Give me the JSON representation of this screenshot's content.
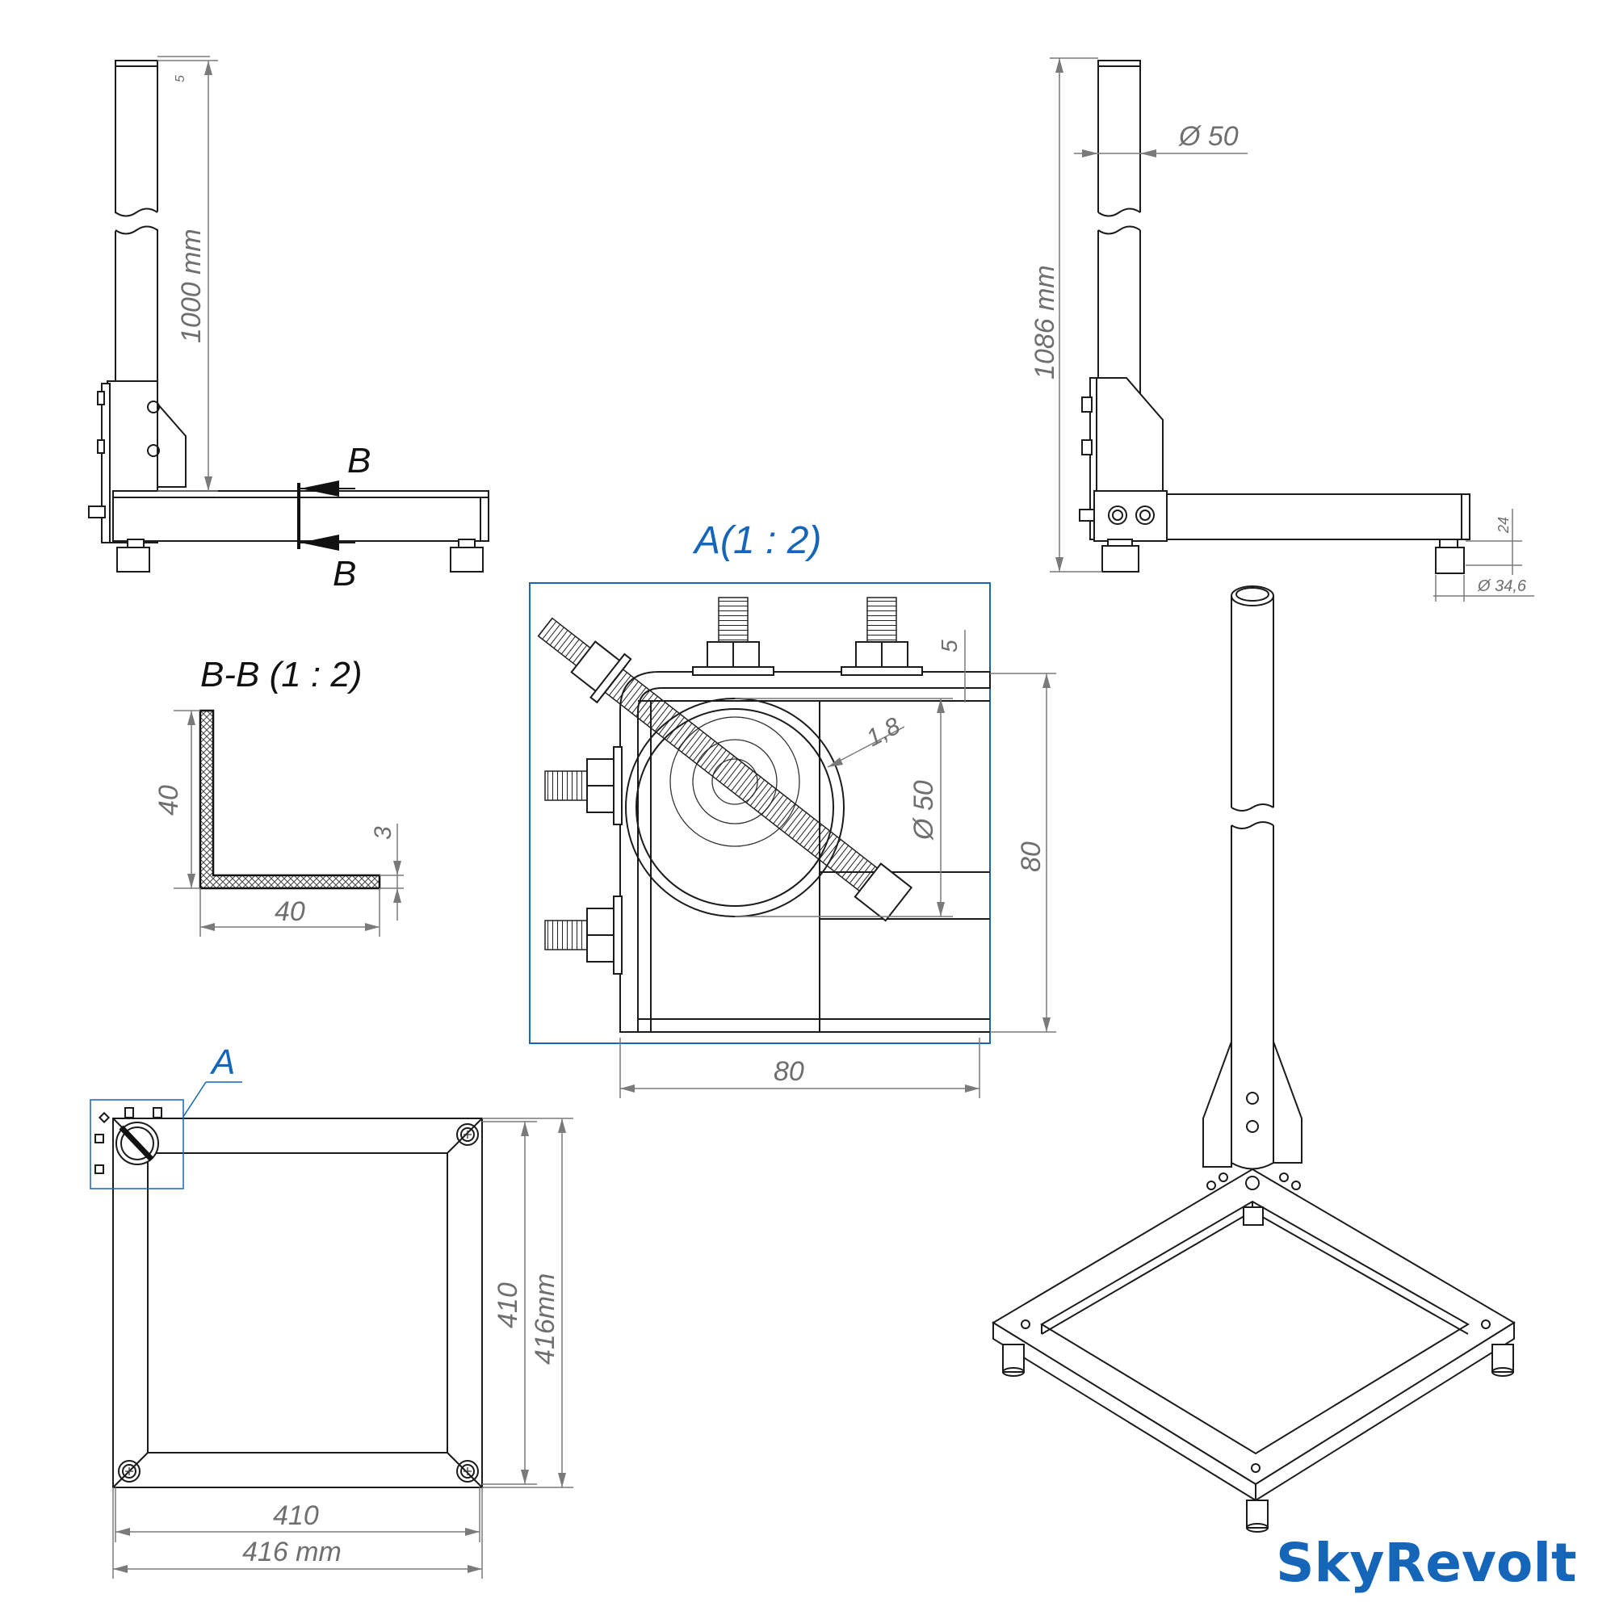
{
  "colors": {
    "accent_blue": "#1565b8",
    "line": "#1b1b1b",
    "dimension": "#7a7a7a"
  },
  "brand": {
    "name": "SkyRevolt"
  },
  "section_marker": {
    "letter": "B"
  },
  "views": {
    "side_left": {
      "dim_height": "1000 mm",
      "dim_cap": "5"
    },
    "side_right": {
      "dim_height": "1086 mm",
      "dim_pipe_diameter": "Ø 50",
      "dim_foot_height": "24",
      "dim_foot_diameter": "Ø 34,6"
    },
    "section_bb": {
      "title": "B-B (1 : 2)",
      "dim_height": "40",
      "dim_width": "40",
      "dim_thickness": "3"
    },
    "detail_a": {
      "title": "A(1 : 2)",
      "dim_width": "80",
      "dim_height": "80",
      "dim_plate": "5",
      "dim_wall": "1,8",
      "dim_pipe": "Ø 50"
    },
    "top": {
      "detail_label": "A",
      "dim_inner_h": "410",
      "dim_outer_h": "416mm",
      "dim_inner_w": "410",
      "dim_outer_w": "416 mm"
    }
  }
}
